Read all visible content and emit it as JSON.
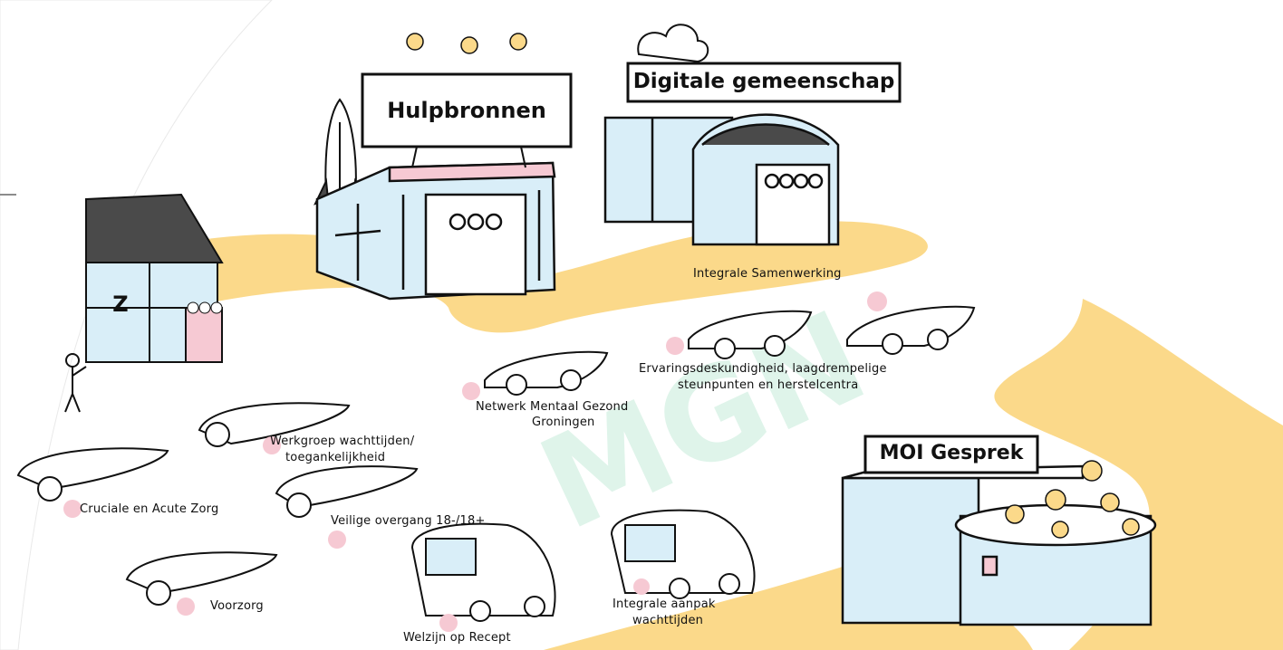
{
  "colors": {
    "road": "#fbd98a",
    "glass": "#d9eef8",
    "pink_accent": "#f6c9d3",
    "mint_watermark": "#dff4ea",
    "ink": "#111111",
    "roof": "#4a4a4a"
  },
  "watermark": "MGN",
  "signs": {
    "hulpbronnen": "Hulpbronnen",
    "digitale": "Digitale gemeenschap",
    "moi": "MOI Gesprek",
    "partial": "Z"
  },
  "labels": {
    "integrale_samenwerking": "Integrale Samenwerking",
    "ervarings_1": "Ervaringsdeskundigheid, laagdrempelige",
    "ervarings_2": "steunpunten en herstelcentra",
    "netwerk_1": "Netwerk Mentaal Gezond",
    "netwerk_2": "Groningen",
    "werkgroep_1": "Werkgroep wachttijden/",
    "werkgroep_2": "toegankelijkheid",
    "cruciale": "Cruciale en Acute Zorg",
    "veilige": "Veilige overgang 18-/18+",
    "voorzorg": "Voorzorg",
    "welzijn": "Welzijn op Recept",
    "integrale_aanpak_1": "Integrale aanpak",
    "integrale_aanpak_2": "wachttijden"
  },
  "icons": [
    "lightbulb-icon",
    "rocket-icon",
    "cloud-icon",
    "race-car-icon",
    "bus-icon",
    "sports-car-icon",
    "stick-figure-icon"
  ]
}
